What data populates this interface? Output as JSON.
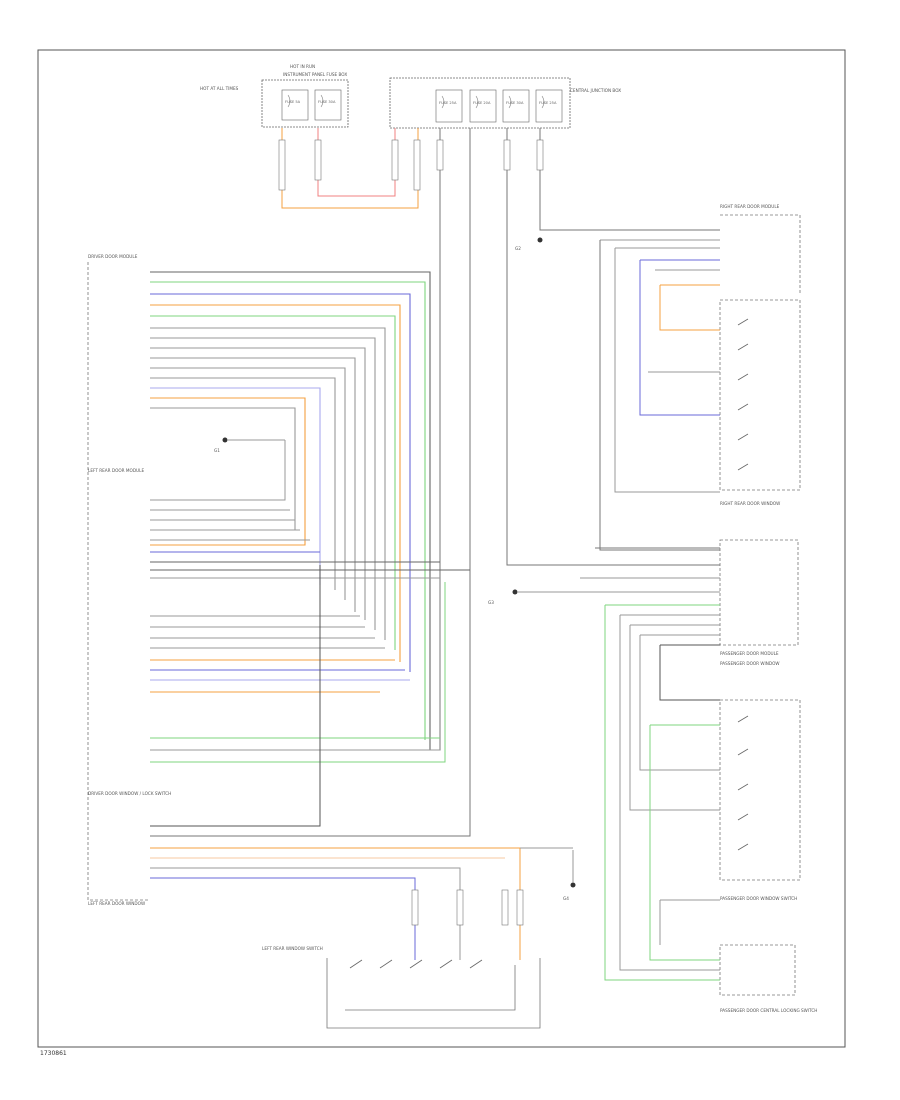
{
  "diagram_code": "1730861",
  "colors": {
    "frame": "#444444",
    "black": "#555555",
    "gray": "#9a9a9a",
    "green": "#7fd67f",
    "blue": "#6a6ad8",
    "orange": "#f4a040",
    "red": "#f08080",
    "violet": "#a8a8ee"
  },
  "labels": {
    "hot_in_run": "HOT IN RUN",
    "hot_at_all_times": "HOT AT ALL TIMES",
    "instrument_panel_fuse": "INSTRUMENT PANEL FUSE BOX",
    "central_junction": "CENTRAL JUNCTION BOX",
    "fuse_a": "FUSE 5A",
    "fuse_b": "FUSE 30A",
    "fuse_c": "FUSE 25A",
    "fuse_d": "FUSE 20A",
    "fuse_e": "FUSE 30A",
    "fuse_f": "FUSE 25A",
    "driver_door_module": "DRIVER DOOR MODULE",
    "left_rear_door_module": "LEFT REAR DOOR MODULE",
    "driver_door_switch": "DRIVER DOOR WINDOW / LOCK SWITCH",
    "left_rear_door_window": "LEFT REAR DOOR WINDOW",
    "left_rear_window_switch": "LEFT REAR WINDOW SWITCH",
    "right_rear_door_module": "RIGHT REAR DOOR MODULE",
    "right_rear_window": "RIGHT REAR DOOR WINDOW",
    "passenger_door_module": "PASSENGER DOOR MODULE",
    "passenger_door_window": "PASSENGER DOOR WINDOW",
    "passenger_window_switch": "PASSENGER DOOR WINDOW SWITCH",
    "passenger_lock_switch": "PASSENGER DOOR CENTRAL LOCKING SWITCH",
    "ground_1": "G1",
    "ground_2": "G2",
    "ground_3": "G3",
    "ground_4": "G4"
  }
}
